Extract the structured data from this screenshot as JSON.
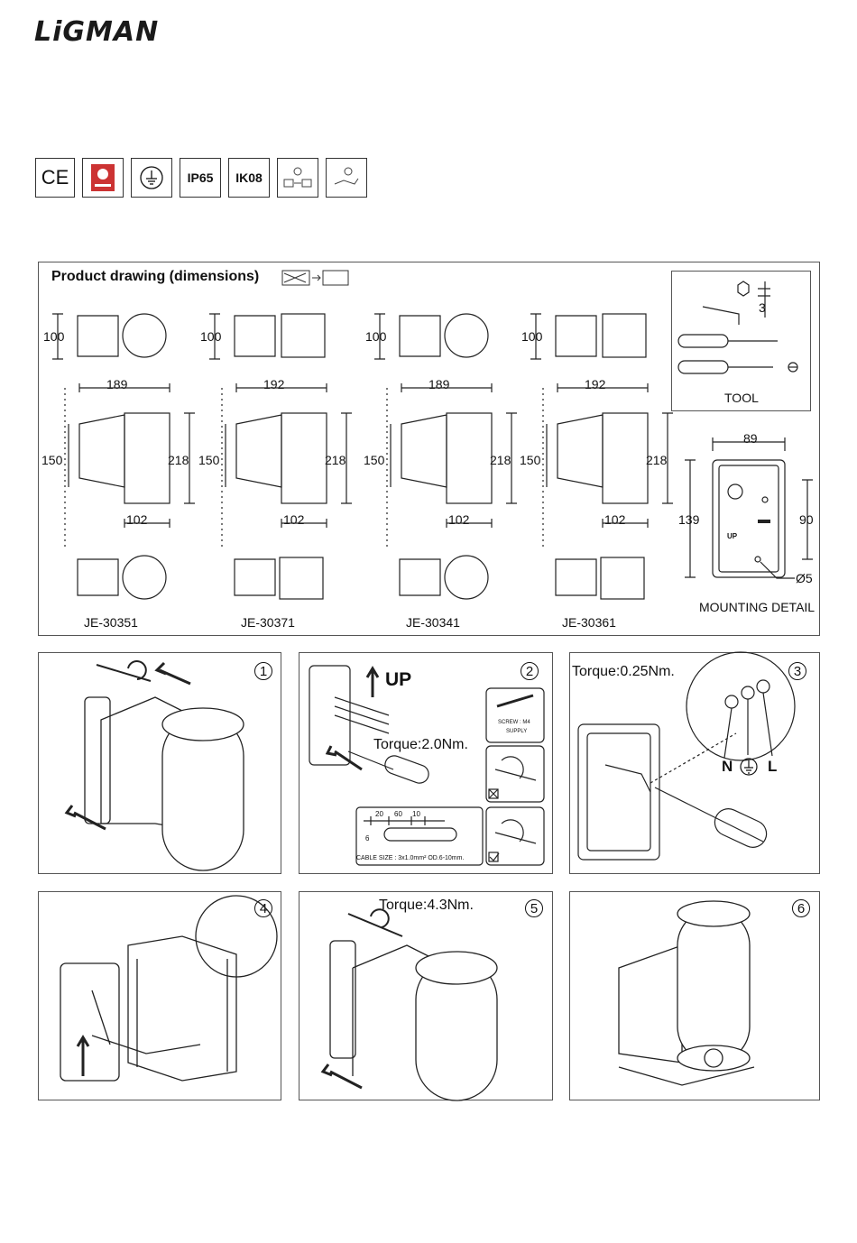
{
  "brand": "LiGMAN",
  "badges": [
    "CE",
    "",
    "",
    "IP65",
    "IK08",
    "",
    ""
  ],
  "product_drawing": {
    "title": "Product drawing (dimensions)",
    "models": [
      {
        "code": "JE-30351",
        "top": "100",
        "width": "189",
        "side": "150",
        "height": "218",
        "depth": "102"
      },
      {
        "code": "JE-30371",
        "top": "100",
        "width": "192",
        "side": "150",
        "height": "218",
        "depth": "102"
      },
      {
        "code": "JE-30341",
        "top": "100",
        "width": "189",
        "side": "150",
        "height": "218",
        "depth": "102"
      },
      {
        "code": "JE-30361",
        "top": "100",
        "width": "192",
        "side": "150",
        "height": "218",
        "depth": "102"
      }
    ],
    "tool": {
      "label": "TOOL",
      "hex_size": "3"
    },
    "mounting": {
      "label": "MOUNTING DETAIL",
      "width": "89",
      "height": "139",
      "spacing": "90",
      "hole": "Ø5",
      "up": "UP"
    }
  },
  "steps": [
    {
      "n": "1"
    },
    {
      "n": "2",
      "up": "UP",
      "torque": "Torque:2.0Nm.",
      "screw": "SCREW : M4",
      "supply": "SUPPLY",
      "cable": "CABLE SIZE : 3x1.0mm²   OD.6-10mm.",
      "strip": [
        "20",
        "60",
        "10"
      ],
      "strip_end": "6"
    },
    {
      "n": "3",
      "torque": "Torque:0.25Nm.",
      "terminals": [
        "N",
        "L"
      ]
    },
    {
      "n": "4"
    },
    {
      "n": "5",
      "torque": "Torque:4.3Nm."
    },
    {
      "n": "6"
    }
  ]
}
